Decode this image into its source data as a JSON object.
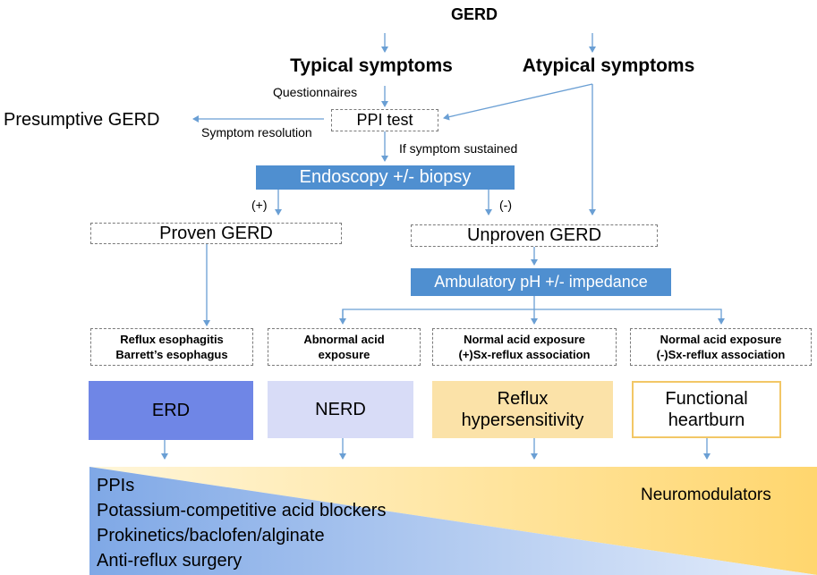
{
  "title": "GERD",
  "typical": "Typical symptoms",
  "atypical": "Atypical symptoms",
  "questionnaires": "Questionnaires",
  "ppi_test": "PPI test",
  "presumptive": "Presumptive GERD",
  "symptom_resolution": "Symptom resolution",
  "if_sustained": "If symptom sustained",
  "endoscopy": "Endoscopy +/- biopsy",
  "plus": "(+)",
  "minus": "(-)",
  "proven": "Proven GERD",
  "unproven": "Unproven GERD",
  "ambulatory": "Ambulatory pH +/- impedance",
  "results": [
    {
      "line1": "Reflux esophagitis",
      "line2": "Barrett’s esophagus"
    },
    {
      "line1": "Abnormal acid",
      "line2": "exposure"
    },
    {
      "line1": "Normal acid exposure",
      "line2": "(+)Sx-reflux association"
    },
    {
      "line1": "Normal acid exposure",
      "line2": "(-)Sx-reflux association"
    }
  ],
  "categories": [
    {
      "line1": "ERD",
      "line2": "",
      "color": "#6f86e6"
    },
    {
      "line1": "NERD",
      "line2": "",
      "color": "#d8dcf7"
    },
    {
      "line1": "Reflux",
      "line2": "hypersensitivity",
      "color": "#fbe2a8"
    },
    {
      "line1": "Functional",
      "line2": "heartburn",
      "color": "#ffffff"
    }
  ],
  "treatments_left": [
    "PPIs",
    "Potassium-competitive acid blockers",
    "Prokinetics/baclofen/alginate",
    "Anti-reflux surgery"
  ],
  "treatment_right": "Neuromodulators",
  "colors": {
    "arrow": "#6a9fd4",
    "bluebar": "#4f8fd0",
    "gradient_left": "#7fa8e6",
    "gradient_right": "#ffd66e"
  }
}
